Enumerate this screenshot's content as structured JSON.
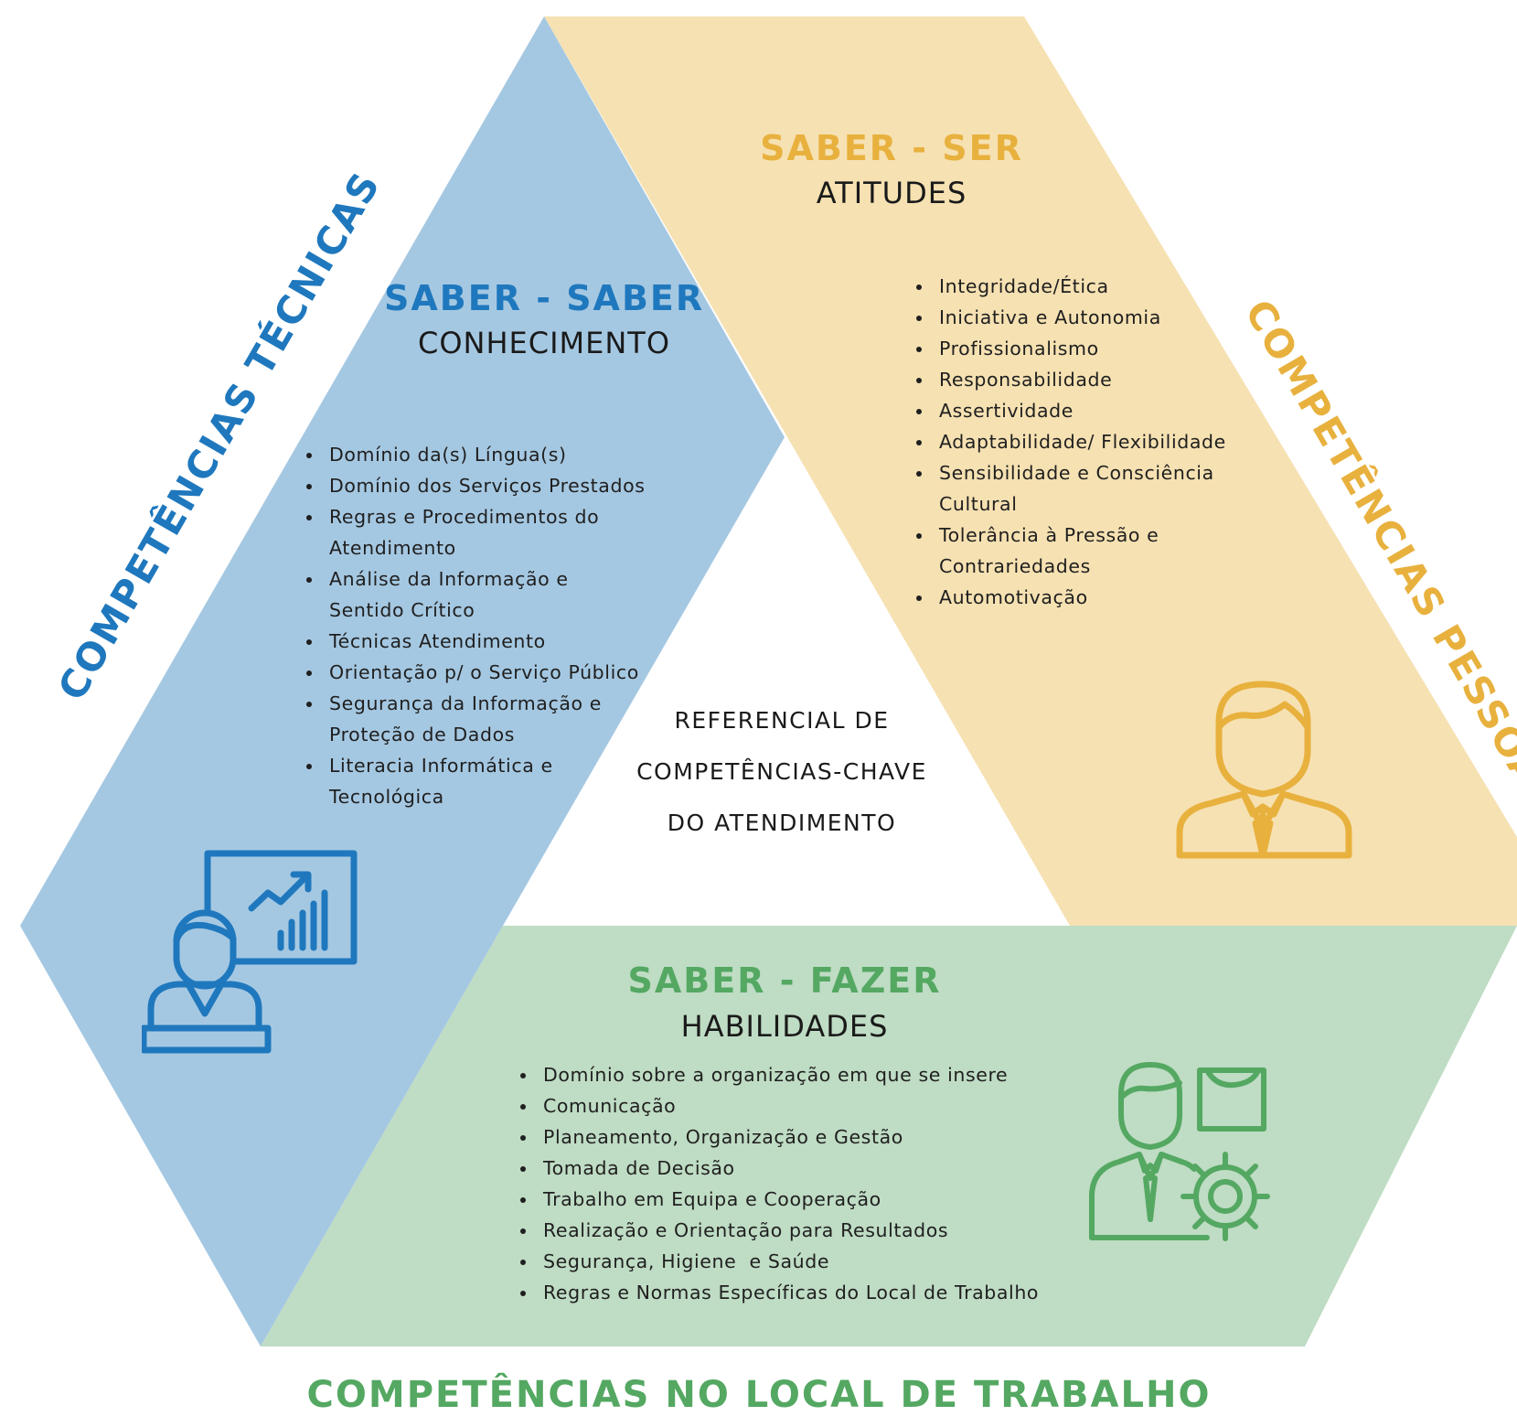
{
  "colors": {
    "blue_fill": "#a5c8e2",
    "blue_text": "#1f78bd",
    "yellow_fill": "#f6e1b2",
    "yellow_text": "#e8b13e",
    "green_fill": "#bfdcc4",
    "green_text": "#54a862"
  },
  "saber_saber": {
    "title": "SABER - SABER",
    "subtitle": "CONHECIMENTO",
    "items": [
      "Domínio da(s) Língua(s)",
      "Domínio dos Serviços Prestados",
      "Regras e Procedimentos do Atendimento",
      "Análise da Informação e Sentido Crítico",
      "Técnicas Atendimento",
      "Orientação p/ o Serviço Público",
      "Segurança da Informação e Proteção de Dados",
      "Literacia Informática e Tecnológica"
    ],
    "icon": "presenter-chart-icon"
  },
  "saber_ser": {
    "title": "SABER - SER",
    "subtitle": "ATITUDES",
    "items": [
      "Integridade/Ética",
      "Iniciativa e Autonomia",
      "Profissionalismo",
      "Responsabilidade",
      "Assertividade",
      "Adaptabilidade/ Flexibilidade",
      "Sensibilidade e Consciência Cultural",
      "Tolerância à Pressão e Contrariedades",
      "Automotivação"
    ],
    "icon": "businessman-icon"
  },
  "saber_fazer": {
    "title": "SABER - FAZER",
    "subtitle": "HABILIDADES",
    "items": [
      "Domínio sobre a organização em que se insere",
      "Comunicação",
      "Planeamento, Organização e Gestão",
      "Tomada de Decisão",
      "Trabalho em Equipa e Cooperação",
      "Realização e Orientação para Resultados",
      "Segurança, Higiene  e Saúde",
      "Regras e Normas Específicas do Local de Trabalho"
    ],
    "icon": "worker-gear-icon"
  },
  "center": {
    "line1": "REFERENCIAL DE",
    "line2": "COMPETÊNCIAS-CHAVE",
    "line3": "DO ATENDIMENTO"
  },
  "side_labels": {
    "left": "COMPETÊNCIAS TÉCNICAS",
    "right": "COMPETÊNCIAS PESSOAIS",
    "bottom": "COMPETÊNCIAS NO LOCAL DE TRABALHO"
  }
}
